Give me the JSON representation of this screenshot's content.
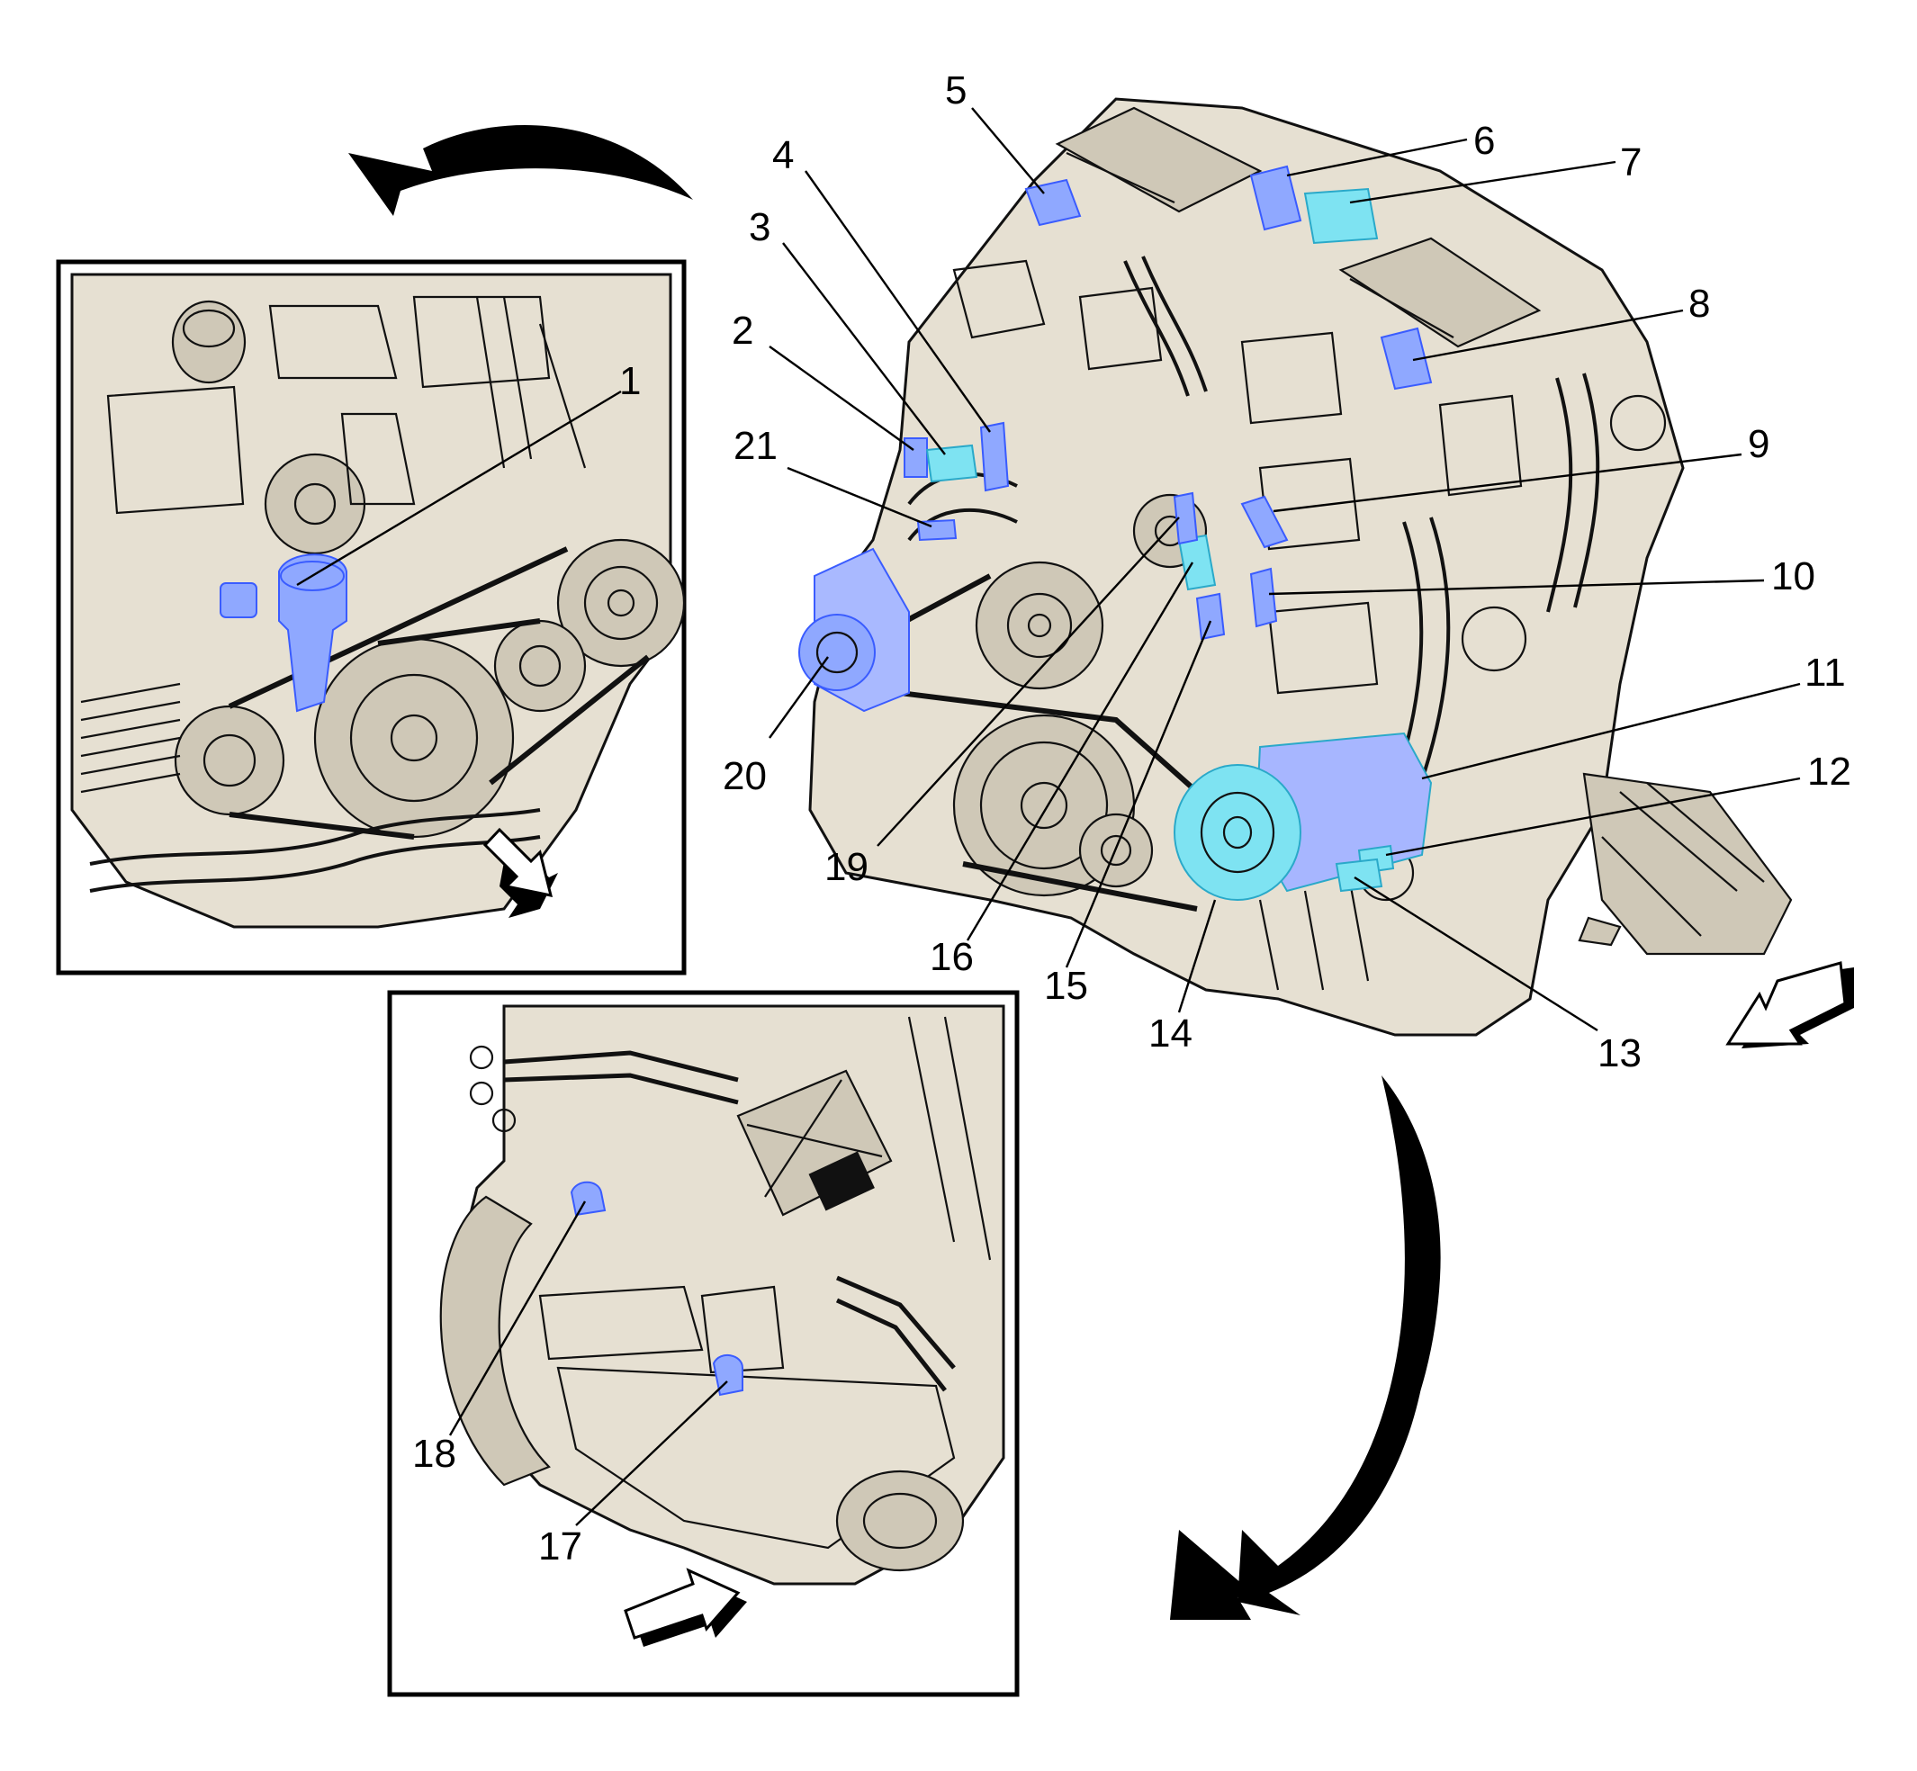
{
  "callouts": {
    "c1": "1",
    "c2": "2",
    "c3": "3",
    "c4": "4",
    "c5": "5",
    "c6": "6",
    "c7": "7",
    "c8": "8",
    "c9": "9",
    "c10": "10",
    "c11": "11",
    "c12": "12",
    "c13": "13",
    "c14": "14",
    "c15": "15",
    "c16": "16",
    "c17": "17",
    "c18": "18",
    "c19": "19",
    "c20": "20",
    "c21": "21"
  },
  "colors": {
    "engine": "#e6e0d2",
    "highlight_blue": "#8fa8ff",
    "highlight_cyan": "#7ee3f2",
    "outline": "#111111"
  },
  "icons": {
    "view_arrows": "view-direction-arrow-icon",
    "flow_arrows": "curved-pointer-arrow-icon"
  }
}
